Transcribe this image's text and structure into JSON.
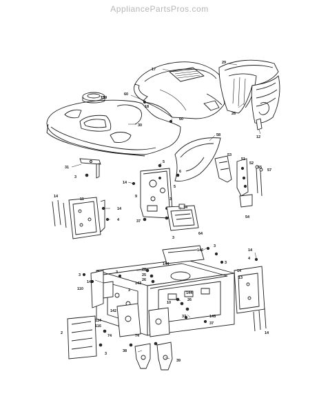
{
  "watermark": "AppliancePartsPros.com",
  "callouts": [
    {
      "id": "c17",
      "text": "17"
    },
    {
      "id": "c29",
      "text": "29"
    },
    {
      "id": "c159",
      "text": "159"
    },
    {
      "id": "c60a",
      "text": "60"
    },
    {
      "id": "c18",
      "text": "18"
    },
    {
      "id": "c30",
      "text": "30"
    },
    {
      "id": "c60b",
      "text": "60"
    },
    {
      "id": "c28",
      "text": "28"
    },
    {
      "id": "c12",
      "text": "12"
    },
    {
      "id": "c58",
      "text": "58"
    },
    {
      "id": "c31",
      "text": "31"
    },
    {
      "id": "c3a",
      "text": "3"
    },
    {
      "id": "c5a",
      "text": "5"
    },
    {
      "id": "c6",
      "text": "6"
    },
    {
      "id": "c53",
      "text": "53"
    },
    {
      "id": "c51",
      "text": "51"
    },
    {
      "id": "c52",
      "text": "52"
    },
    {
      "id": "c55",
      "text": "55"
    },
    {
      "id": "c57",
      "text": "57"
    },
    {
      "id": "c14a",
      "text": "14"
    },
    {
      "id": "c9",
      "text": "9"
    },
    {
      "id": "c5b",
      "text": "5"
    },
    {
      "id": "c3b",
      "text": "3"
    },
    {
      "id": "c14b",
      "text": "14"
    },
    {
      "id": "c11",
      "text": "11"
    },
    {
      "id": "c14c",
      "text": "14"
    },
    {
      "id": "c4a",
      "text": "4"
    },
    {
      "id": "c14d",
      "text": "14"
    },
    {
      "id": "c37a",
      "text": "37"
    },
    {
      "id": "c54",
      "text": "54"
    },
    {
      "id": "c64",
      "text": "64"
    },
    {
      "id": "c3c",
      "text": "3"
    },
    {
      "id": "c140",
      "text": "140"
    },
    {
      "id": "c14e",
      "text": "14"
    },
    {
      "id": "c3d",
      "text": "3"
    },
    {
      "id": "c4b",
      "text": "4"
    },
    {
      "id": "c3e",
      "text": "3"
    },
    {
      "id": "c144a",
      "text": "144"
    },
    {
      "id": "c26a",
      "text": "26"
    },
    {
      "id": "c25",
      "text": "25"
    },
    {
      "id": "c26b",
      "text": "26"
    },
    {
      "id": "c3f",
      "text": "3"
    },
    {
      "id": "c3g",
      "text": "3"
    },
    {
      "id": "c142a",
      "text": "142"
    },
    {
      "id": "c110",
      "text": "110"
    },
    {
      "id": "c143",
      "text": "143"
    },
    {
      "id": "c3h",
      "text": "3"
    },
    {
      "id": "c14f",
      "text": "14"
    },
    {
      "id": "c13",
      "text": "13"
    },
    {
      "id": "c144b",
      "text": "144"
    },
    {
      "id": "c26c",
      "text": "26"
    },
    {
      "id": "c10",
      "text": "10"
    },
    {
      "id": "c142b",
      "text": "142"
    },
    {
      "id": "c2",
      "text": "2"
    },
    {
      "id": "c114",
      "text": "114"
    },
    {
      "id": "c116",
      "text": "116"
    },
    {
      "id": "c74a",
      "text": "74"
    },
    {
      "id": "c74b",
      "text": "74"
    },
    {
      "id": "c37b",
      "text": "37"
    },
    {
      "id": "c145",
      "text": "145"
    },
    {
      "id": "c37c",
      "text": "37"
    },
    {
      "id": "c14g",
      "text": "14"
    },
    {
      "id": "c3i",
      "text": "3"
    },
    {
      "id": "c38",
      "text": "38"
    },
    {
      "id": "c39",
      "text": "39"
    }
  ]
}
